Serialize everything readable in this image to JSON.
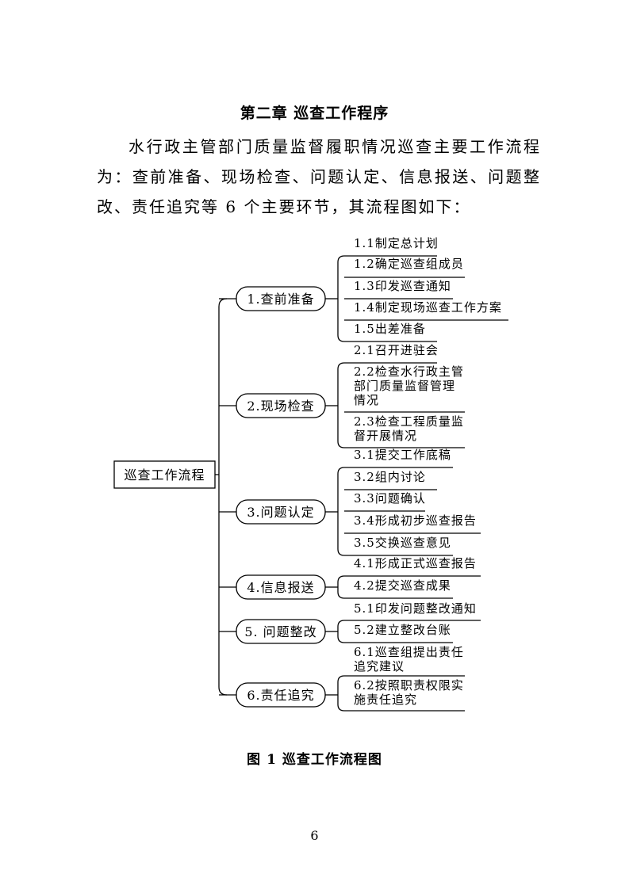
{
  "chapter_title": "第二章 巡查工作程序",
  "intro": "水行政主管部门质量监督履职情况巡查主要工作流程为：查前准备、现场检查、问题认定、信息报送、问题整改、责任追究等 6 个主要环节，其流程图如下：",
  "flowchart": {
    "root": "巡查工作流程",
    "stages": [
      {
        "label": "1.查前准备",
        "items": [
          {
            "lines": [
              "1.1制定总计划"
            ]
          },
          {
            "lines": [
              "1.2确定巡查组成员"
            ]
          },
          {
            "lines": [
              "1.3印发巡查通知"
            ]
          },
          {
            "lines": [
              "1.4制定现场巡查工作方案"
            ]
          },
          {
            "lines": [
              "1.5出差准备"
            ]
          }
        ]
      },
      {
        "label": "2.现场检查",
        "items": [
          {
            "lines": [
              "2.1召开进驻会"
            ]
          },
          {
            "lines": [
              "2.2检查水行政主管",
              "部门质量监督管理",
              "情况"
            ]
          },
          {
            "lines": [
              "2.3检查工程质量监",
              "督开展情况"
            ]
          }
        ]
      },
      {
        "label": "3.问题认定",
        "items": [
          {
            "lines": [
              "3.1提交工作底稿"
            ]
          },
          {
            "lines": [
              "3.2组内讨论"
            ]
          },
          {
            "lines": [
              "3.3问题确认"
            ]
          },
          {
            "lines": [
              "3.4形成初步巡查报告"
            ]
          },
          {
            "lines": [
              "3.5交换巡查意见"
            ]
          }
        ]
      },
      {
        "label": "4.信息报送",
        "items": [
          {
            "lines": [
              "4.1形成正式巡查报告"
            ]
          },
          {
            "lines": [
              "4.2提交巡查成果"
            ]
          }
        ]
      },
      {
        "label": "5. 问题整改",
        "items": [
          {
            "lines": [
              "5.1印发问题整改通知"
            ]
          },
          {
            "lines": [
              "5.2建立整改台账"
            ]
          }
        ]
      },
      {
        "label": "6.责任追究",
        "items": [
          {
            "lines": [
              "6.1巡查组提出责任",
              "追究建议"
            ]
          },
          {
            "lines": [
              "6.2按照职责权限实",
              "施责任追究"
            ]
          }
        ]
      }
    ]
  },
  "figure_caption": "图 1 巡查工作流程图",
  "page_number": "6"
}
